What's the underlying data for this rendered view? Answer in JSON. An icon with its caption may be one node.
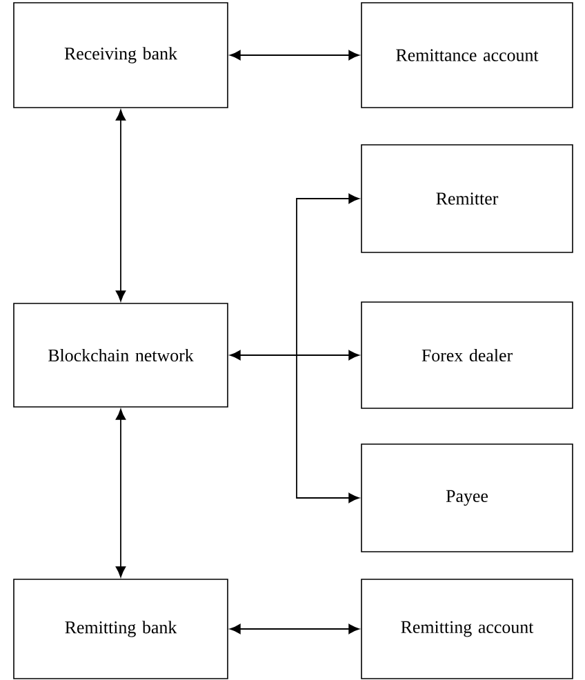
{
  "diagram": {
    "nodes": [
      {
        "text": [
          "Receiving bank"
        ]
      },
      {
        "text": [
          "Remittance account"
        ]
      },
      {
        "text": [
          "Remitter"
        ]
      },
      {
        "text": [
          "Blockchain network"
        ]
      },
      {
        "text": [
          "Forex dealer"
        ]
      },
      {
        "text": [
          "Payee"
        ]
      },
      {
        "text": [
          "Remitting bank"
        ]
      },
      {
        "text": [
          "Remitting account"
        ]
      }
    ],
    "edges": [
      {
        "from": 0,
        "to": 1,
        "arrow": "both"
      },
      {
        "from": 0,
        "to": 3,
        "arrow": "both"
      },
      {
        "from": 3,
        "to": 2,
        "arrow": "both"
      },
      {
        "from": 3,
        "to": 4,
        "arrow": "both"
      },
      {
        "from": 3,
        "to": 5,
        "arrow": "both"
      },
      {
        "from": 3,
        "to": 6,
        "arrow": "both"
      },
      {
        "from": 6,
        "to": 7,
        "arrow": "both"
      }
    ]
  }
}
